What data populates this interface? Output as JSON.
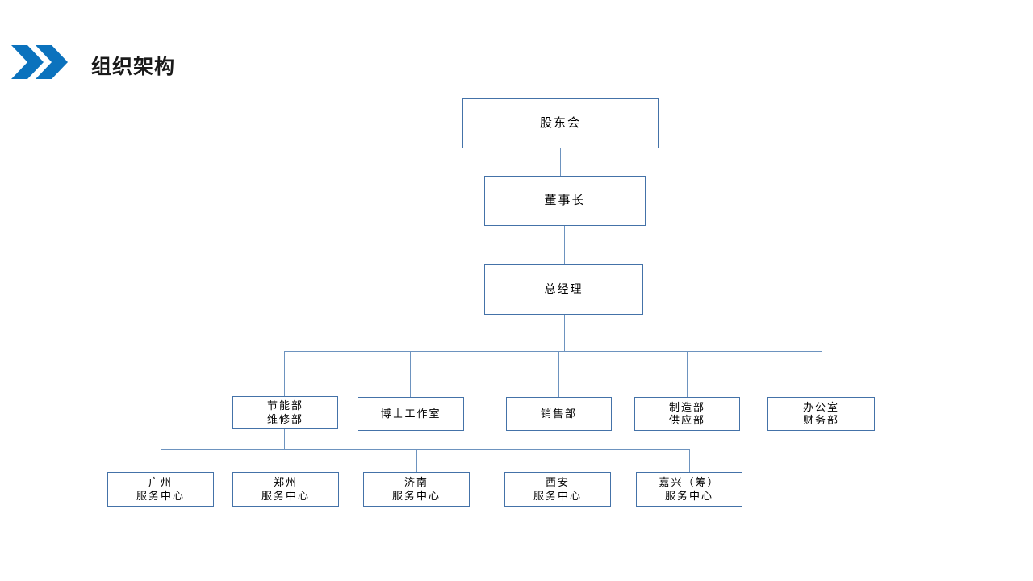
{
  "header": {
    "title": "组织架构",
    "logo_icon": "double-chevron-icon",
    "accent_color": "#0b72bd"
  },
  "theme": {
    "box_border_color": "#4472a8",
    "connector_color": "#6d93bf",
    "background": "#ffffff",
    "text_color": "#000000"
  },
  "chart_data": {
    "type": "diagram",
    "title": "组织架构",
    "orientation": "top-down",
    "levels": 4,
    "nodes": [
      {
        "id": "shareholders",
        "level": 1,
        "line1": "股东会",
        "line2": ""
      },
      {
        "id": "chairman",
        "level": 2,
        "line1": "董事长",
        "line2": ""
      },
      {
        "id": "general-manager",
        "level": 3,
        "line1": "总经理",
        "line2": ""
      },
      {
        "id": "energy-maintenance",
        "level": 4,
        "line1": "节能部",
        "line2": "维修部"
      },
      {
        "id": "doctoral-studio",
        "level": 4,
        "line1": "博士工作室",
        "line2": ""
      },
      {
        "id": "sales",
        "level": 4,
        "line1": "销售部",
        "line2": ""
      },
      {
        "id": "manufacture-supply",
        "level": 4,
        "line1": "制造部",
        "line2": "供应部"
      },
      {
        "id": "office-finance",
        "level": 4,
        "line1": "办公室",
        "line2": "财务部"
      },
      {
        "id": "service-guangzhou",
        "level": 5,
        "line1": "广州",
        "line2": "服务中心"
      },
      {
        "id": "service-zhengzhou",
        "level": 5,
        "line1": "郑州",
        "line2": "服务中心"
      },
      {
        "id": "service-jinan",
        "level": 5,
        "line1": "济南",
        "line2": "服务中心"
      },
      {
        "id": "service-xian",
        "level": 5,
        "line1": "西安",
        "line2": "服务中心"
      },
      {
        "id": "service-jiaxing",
        "level": 5,
        "line1": "嘉兴（筹）",
        "line2": "服务中心"
      }
    ],
    "edges": [
      {
        "from": "shareholders",
        "to": "chairman"
      },
      {
        "from": "chairman",
        "to": "general-manager"
      },
      {
        "from": "general-manager",
        "to": "energy-maintenance"
      },
      {
        "from": "general-manager",
        "to": "doctoral-studio"
      },
      {
        "from": "general-manager",
        "to": "sales"
      },
      {
        "from": "general-manager",
        "to": "manufacture-supply"
      },
      {
        "from": "general-manager",
        "to": "office-finance"
      },
      {
        "from": "energy-maintenance",
        "to": "service-guangzhou"
      },
      {
        "from": "energy-maintenance",
        "to": "service-zhengzhou"
      },
      {
        "from": "energy-maintenance",
        "to": "service-jinan"
      },
      {
        "from": "energy-maintenance",
        "to": "service-xian"
      },
      {
        "from": "energy-maintenance",
        "to": "service-jiaxing"
      }
    ]
  }
}
